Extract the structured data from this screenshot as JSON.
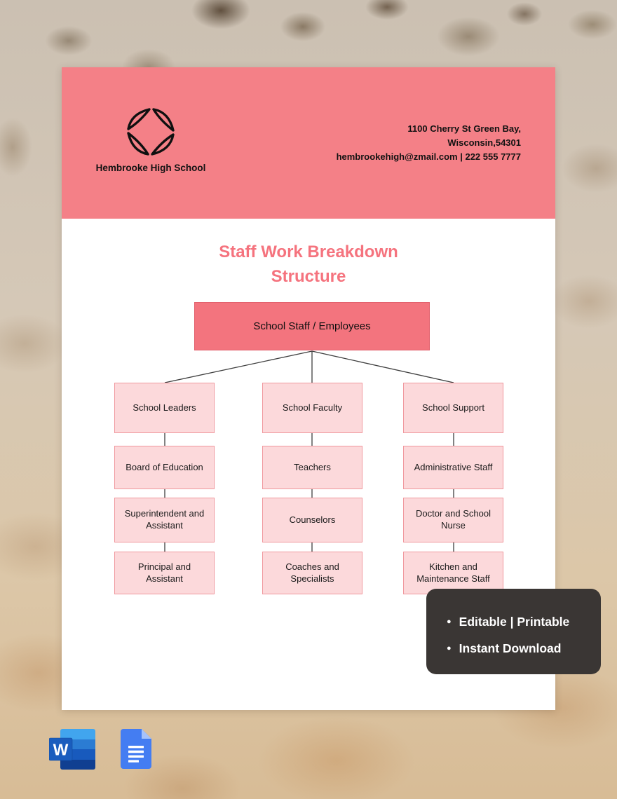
{
  "letterhead": {
    "school_name": "Hembrooke High School",
    "contact_lines": [
      "1100 Cherry St Green Bay,",
      "Wisconsin,54301",
      "hembrookehigh@zmail.com | 222 555 7777"
    ]
  },
  "document": {
    "title": "Staff Work Breakdown Structure"
  },
  "chart": {
    "type": "org-chart",
    "root": "School Staff / Employees",
    "columns": [
      {
        "items": [
          "School Leaders",
          "Board of Education",
          "Superintendent and Assistant",
          "Principal and Assistant"
        ]
      },
      {
        "items": [
          "School Faculty",
          "Teachers",
          "Counselors",
          "Coaches and Specialists"
        ]
      },
      {
        "items": [
          "School Support",
          "Administrative Staff",
          "Doctor and School Nurse",
          "Kitchen and Maintenance Staff"
        ]
      }
    ]
  },
  "promo_badge": {
    "bullet": "●",
    "features": [
      "Editable | Printable",
      "Instant Download"
    ]
  },
  "format_icons": {
    "word_label": "W"
  },
  "colors": {
    "header_pink": "#f48087",
    "root_box_fill": "#f3747e",
    "child_box_fill": "#fcd9db",
    "child_box_border": "#f0989e",
    "title_text": "#f5737e",
    "badge_bg": "#3a3634",
    "connector": "#3f3f3f"
  }
}
